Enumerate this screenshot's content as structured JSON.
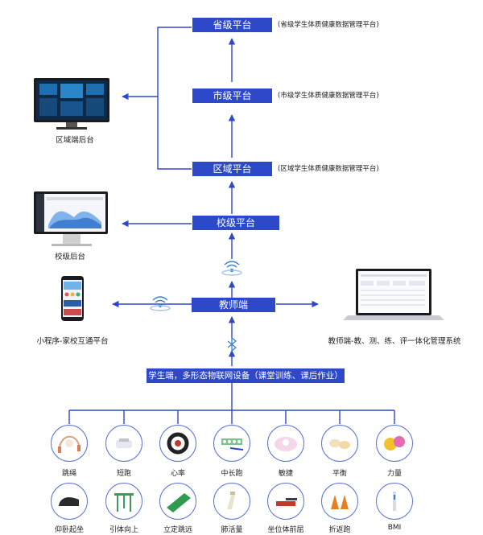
{
  "platforms": {
    "province": {
      "label": "省级平台",
      "note": "(省级学生体质健康数据管理平台)"
    },
    "city": {
      "label": "市级平台",
      "note": "(市级学生体质健康数据管理平台)"
    },
    "district": {
      "label": "区域平台",
      "note": "(区域学生体质健康数据管理平台)"
    },
    "school": {
      "label": "校级平台"
    },
    "teacher": {
      "label": "教师端"
    }
  },
  "devices": {
    "district_backend": "区域端后台",
    "school_backend": "校级后台",
    "mini_program": "小程序-家校互通平台",
    "teacher_system": "教师端-教、测、练、评一体化管理系统"
  },
  "student": {
    "label": "学生端，多形态物联网设备（课堂训练、课后作业）"
  },
  "items_row1": [
    {
      "label": "跳绳",
      "icon": "jump-rope-icon"
    },
    {
      "label": "短跑",
      "icon": "sprint-sensor-icon"
    },
    {
      "label": "心率",
      "icon": "heart-rate-band-icon"
    },
    {
      "label": "中长跑",
      "icon": "distance-run-icon"
    },
    {
      "label": "敏捷",
      "icon": "agility-pad-icon"
    },
    {
      "label": "平衡",
      "icon": "balance-pad-icon"
    },
    {
      "label": "力量",
      "icon": "strength-ball-icon"
    }
  ],
  "items_row2": [
    {
      "label": "仰卧起坐",
      "icon": "sit-up-icon"
    },
    {
      "label": "引体向上",
      "icon": "pull-up-icon"
    },
    {
      "label": "立定跳远",
      "icon": "long-jump-mat-icon"
    },
    {
      "label": "肺活量",
      "icon": "spirometer-icon"
    },
    {
      "label": "坐位体前屈",
      "icon": "sit-reach-icon"
    },
    {
      "label": "折返跑",
      "icon": "shuttle-run-cone-icon"
    },
    {
      "label": "BMI",
      "icon": "bmi-scale-icon"
    }
  ],
  "colors": {
    "box": "#2d48c8",
    "arrow": "#2d48c8",
    "circle_border": "#5a73d8"
  }
}
